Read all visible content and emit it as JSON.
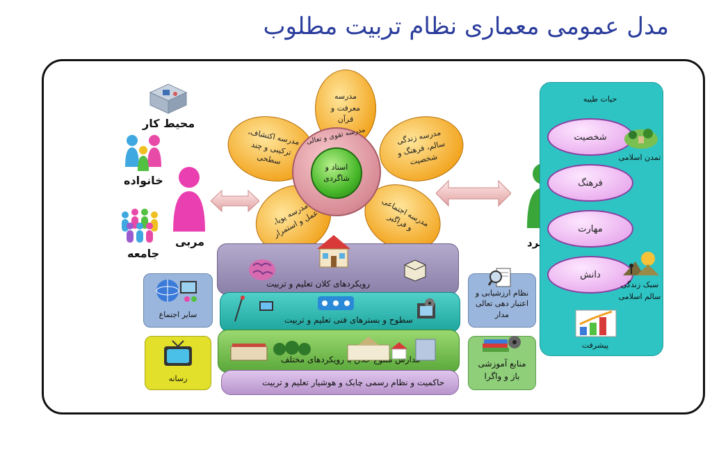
{
  "title": "مدل عمومی معماری نظام تربیت مطلوب",
  "left": {
    "workplace": "محیط کار",
    "family": "خانواده",
    "society": "جامعه",
    "educator": "مربی"
  },
  "flower": {
    "center": "استاد و شاگردی",
    "ring": "مدرسه تقوی و تعالی",
    "petals": [
      "مدرسه معرفت و قرآن",
      "مدرسه زندگی سالم، فرهنگ و شخصیت",
      "مدرسه اجتماعی و فراگیر",
      "مدرسه پویا، عمل و استمرار",
      "مدرسه اکتشاف، ترکیبی و چند سطحی"
    ]
  },
  "student": "شاگرد",
  "right_panel": {
    "heading": "حیات طیبه",
    "ovals": [
      "شخصیت",
      "فرهنگ",
      "مهارت",
      "دانش"
    ],
    "islamic_civilization": "تمدن اسلامی",
    "lifestyle": "سبک زندگی سالم اسلامی",
    "progress": "پیشرفت"
  },
  "layers": [
    "رویکردهای کلان تعلیم و تربیت",
    "سطوح و بسترهای فنی تعلیم و تربیت",
    "مدارس متنوع خلاق با رویکردهای مختلف",
    "حاکمیت و نظام رسمی چابک و هوشیار تعلیم و تربیت"
  ],
  "side_boxes": {
    "other_communities": "سایر اجتماع",
    "media": "رسانه",
    "evaluation": "نظام ارزشیابی و اعتبار دهی تعالی مدار",
    "resources": "منابع آموزشی باز و واگرا"
  },
  "colors": {
    "title": "#2a3c9c",
    "panel": "#2fc4c4",
    "petal": "#f2a520",
    "center": "#3aa62e",
    "layer_purple": "#9a8fb5",
    "layer_teal": "#2ab8b0",
    "layer_green": "#6fbf4a",
    "layer_lavender": "#c7a6d8"
  }
}
